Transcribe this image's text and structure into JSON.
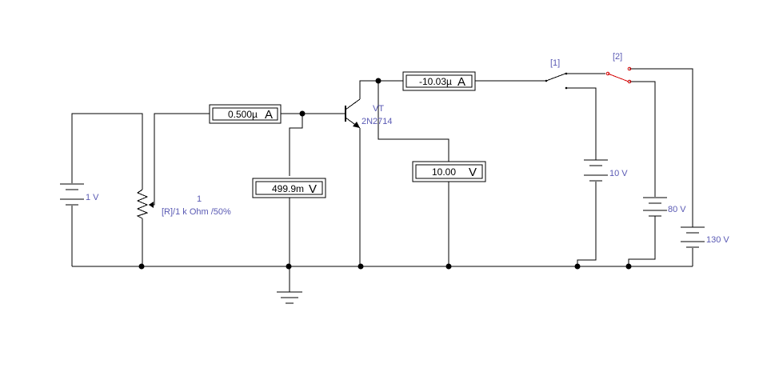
{
  "meters": {
    "base_current": {
      "value": "0.500µ",
      "unit": "A"
    },
    "collector_current": {
      "value": "-10.03µ",
      "unit": "A"
    },
    "base_voltage": {
      "value": "499.9m",
      "unit": "V"
    },
    "collector_voltage": {
      "value": "10.00",
      "unit": "V"
    }
  },
  "labels": {
    "src_1v": "1 V",
    "pot_num": "1",
    "pot_desc": "[R]/1 k Ohm /50%",
    "transistor_ref": "VT",
    "transistor_model": "2N2714",
    "src_10v": "10 V",
    "src_80v": "80 V",
    "src_130v": "130 V",
    "switch1": "[1]",
    "switch2": "[2]"
  },
  "colors": {
    "wire": "#000000",
    "label": "#5a5ab4",
    "switch_active": "#d40000"
  }
}
